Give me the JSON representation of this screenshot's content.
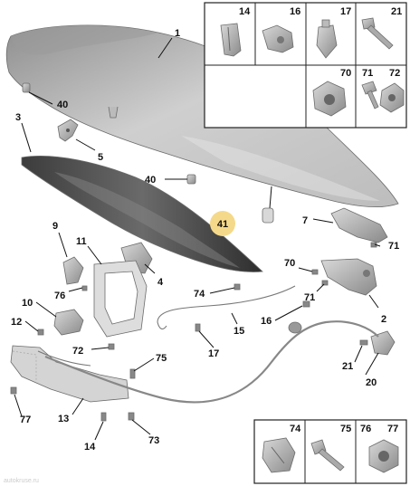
{
  "callouts": {
    "c1": "1",
    "c2": "2",
    "c3": "3",
    "c4": "4",
    "c5": "5",
    "c7": "7",
    "c9": "9",
    "c10": "10",
    "c11": "11",
    "c12": "12",
    "c13": "13",
    "c14": "14",
    "c15": "15",
    "c16": "16",
    "c17": "17",
    "c21": "21",
    "c40a": "40",
    "c40b": "40",
    "c41": "41",
    "c70": "70",
    "c71a": "71",
    "c71b": "71",
    "c72": "72",
    "c73": "73",
    "c74": "74",
    "c75": "75",
    "c76": "76",
    "c77": "77"
  },
  "top_box": {
    "cells": [
      "14",
      "16",
      "17",
      "21",
      "70",
      "71",
      "72"
    ]
  },
  "bottom_box": {
    "cells": [
      "74",
      "75",
      "76",
      "77"
    ]
  },
  "highlight_color": "#f5d98a",
  "watermark": "autokruse.ru"
}
